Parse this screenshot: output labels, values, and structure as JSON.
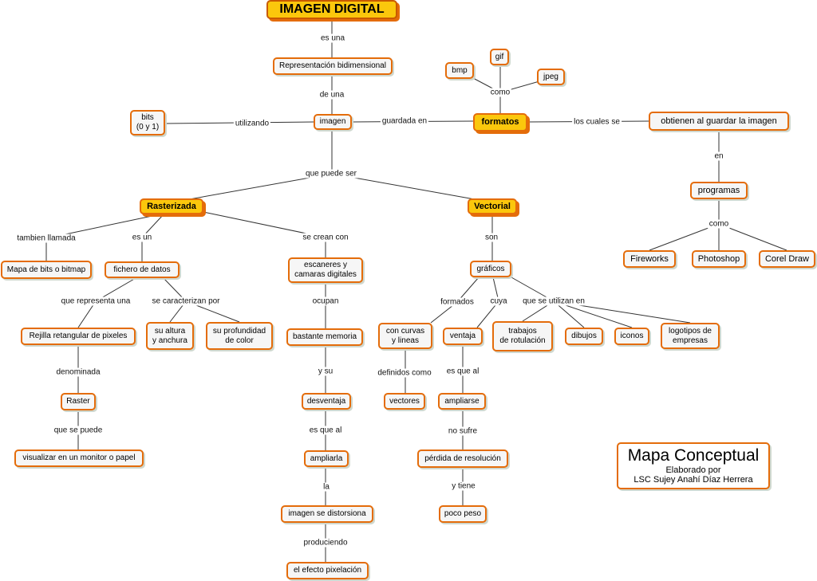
{
  "nodes": {
    "imagen_digital": "IMAGEN DIGITAL",
    "representacion": "Representación bidimensional",
    "imagen": "imagen",
    "bits": "bits\n(0 y 1)",
    "bmp": "bmp",
    "gif": "gif",
    "jpeg": "jpeg",
    "formatos": "formatos",
    "obtienen": "obtienen al guardar la imagen",
    "programas": "programas",
    "fireworks": "Fireworks",
    "photoshop": "Photoshop",
    "coreldraw": "Corel Draw",
    "rasterizada": "Rasterizada",
    "vectorial": "Vectorial",
    "mapa_bits": "Mapa de bits o bitmap",
    "fichero": "fichero de datos",
    "escaneres": "escaneres y\ncamaras digitales",
    "rejilla": "Rejilla retangular de pixeles",
    "altura": "su altura\ny anchura",
    "profundidad": "su profundidad\nde color",
    "raster": "Raster",
    "visualizar": "visualizar en un monitor o papel",
    "bastante": "bastante memoria",
    "desventaja": "desventaja",
    "ampliarla": "ampliarla",
    "distorsiona": "imagen se distorsiona",
    "pixelacion": "el efecto pixelación",
    "graficos": "gráficos",
    "curvas": "con curvas\ny lineas",
    "vectores": "vectores",
    "ventaja": "ventaja",
    "ampliarse": "ampliarse",
    "perdida": "pérdida de resolución",
    "poco_peso": "poco peso",
    "trabajos": "trabajos\nde rotulación",
    "dibujos": "dibujos",
    "iconos": "iconos",
    "logotipos": "logotipos de\nempresas"
  },
  "links": {
    "es_una": "es una",
    "de_una": "de una",
    "utilizando": "utilizando",
    "guardada_en": "guardada en",
    "como_formatos": "como",
    "los_cuales_se": "los cuales se",
    "en": "en",
    "como_programas": "como",
    "que_puede_ser": "que puede ser",
    "tambien_llamada": "tambien llamada",
    "es_un": "es un",
    "se_crean_con": "se crean con",
    "que_representa_una": "que representa una",
    "se_caracterizan_por": "se caracterizan por",
    "denominada": "denominada",
    "que_se_puede": "que se puede",
    "ocupan": "ocupan",
    "y_su": "y su",
    "es_que_al_r": "es que al",
    "la": "la",
    "produciendo": "produciendo",
    "son": "son",
    "formados": "formados",
    "cuya": "cuya",
    "que_se_utilizan_en": "que se utilizan en",
    "definidos_como": "definidos como",
    "es_que_al_v": "es que al",
    "no_sufre": "no sufre",
    "y_tiene": "y tiene"
  },
  "credit": {
    "title": "Mapa Conceptual",
    "line1": "Elaborado por",
    "line2": "LSC Sujey Anahí Díaz Herrera"
  },
  "colors": {
    "border": "#e46c0a",
    "key_fill": "#fbc70c",
    "node_fill": "#f6f6f6",
    "line": "#333333"
  }
}
